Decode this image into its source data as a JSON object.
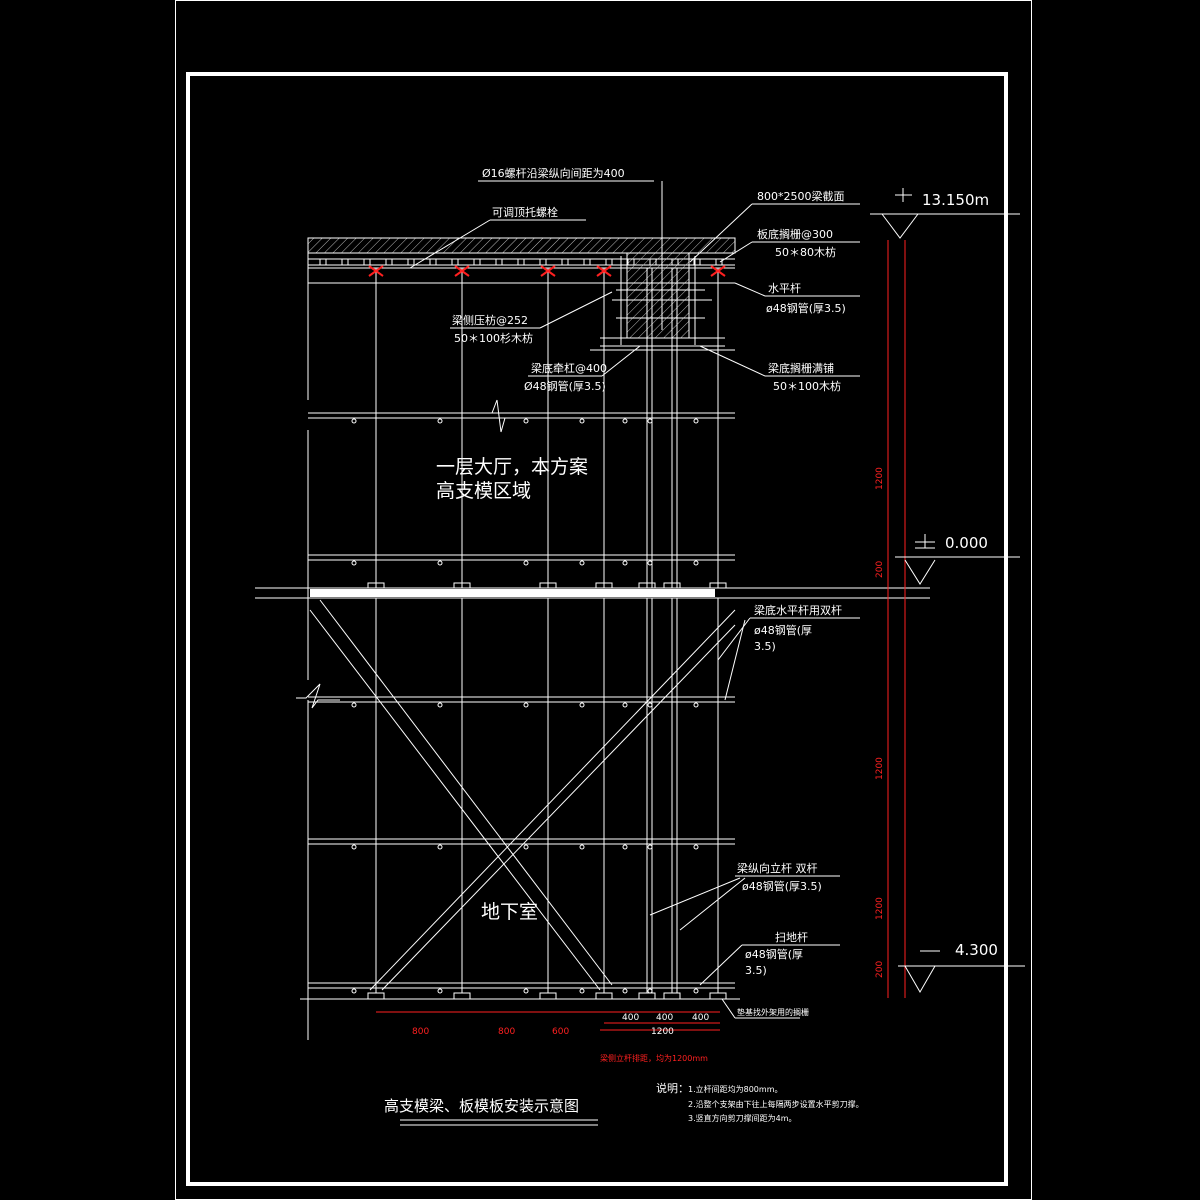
{
  "colors": {
    "background": "#000000",
    "line": "#ffffff",
    "dimension": "#ff2020",
    "hatch": "#bbbbbb"
  },
  "title": "高支模梁、板模板安装示意图",
  "elevations": {
    "top": "13.150m",
    "zero": "0.000",
    "bottom": "4.300"
  },
  "annotations": {
    "bolt_spacing": "Ø16螺杆沿梁纵向间距为400",
    "beam_section": "800*2500梁截面",
    "adjustable_jack": "可调顶托螺栓",
    "slab_joist": "板底搁栅@300",
    "slab_joist_timber": "50＊80木枋",
    "horizontal_bar": "水平杆",
    "horizontal_bar_pipe": "ø48钢管(厚3.5)",
    "beam_side_strut": "梁侧压枋@252",
    "beam_side_strut_timber": "50＊100杉木枋",
    "beam_bottom_ledger": "梁底牵杠@400",
    "beam_bottom_ledger_pipe": "Ø48钢管(厚3.5)",
    "beam_bottom_joist": "梁底搁栅满铺",
    "beam_bottom_joist_timber": "50＊100木枋",
    "zone_line1": "一层大厅，本方案",
    "zone_line2": "高支模区域",
    "beam_bottom_bar": "梁底水平杆用双杆",
    "beam_bottom_bar_pipe_l1": "ø48钢管(厚",
    "beam_bottom_bar_pipe_l2": "3.5)",
    "basement": "地下室",
    "beam_post": "梁纵向立杆 双杆",
    "beam_post_pipe": "ø48钢管(厚3.5)",
    "sweep_bar": "扫地杆",
    "sweep_bar_pipe_l1": "ø48钢管(厚",
    "sweep_bar_pipe_l2": "3.5)",
    "base_plank": "垫基找外架用的搁栅"
  },
  "dimensions": {
    "bottom": [
      "800",
      "800",
      "600",
      "400",
      "400",
      "400",
      "1200"
    ],
    "right": [
      "1200",
      "200",
      "1200",
      "1200",
      "200"
    ]
  },
  "spacing_note": "梁侧立杆排距，均为1200mm",
  "notes": {
    "heading": "说明：",
    "items": [
      "1.立杆间距均为800mm。",
      "2.沿整个支架由下往上每隔两步设置水平剪刀撑。",
      "3.竖直方向剪刀撑间距为4m。"
    ]
  }
}
